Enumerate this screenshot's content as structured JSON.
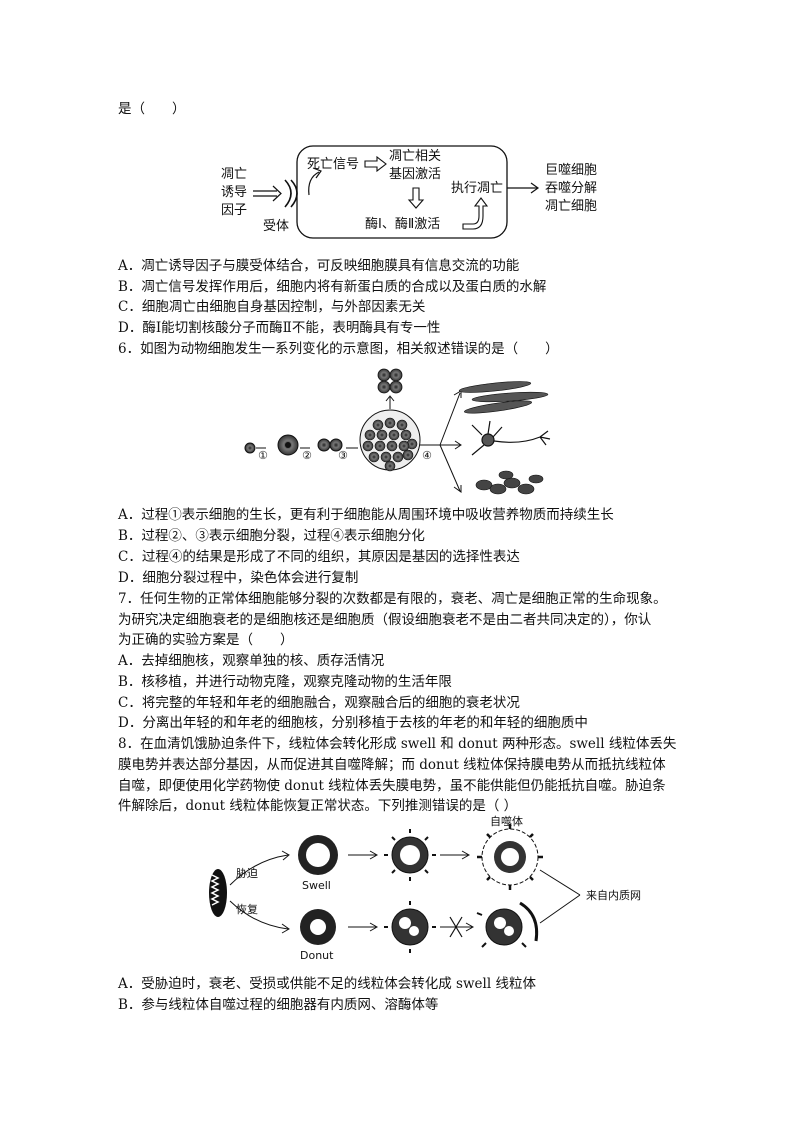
{
  "top_stem": "是（　　）",
  "fig5": {
    "inducer": [
      "凋亡",
      "诱导",
      "因子"
    ],
    "receptor": "受体",
    "death_signal": "死亡信号",
    "gene_active": [
      "凋亡相关",
      "基因激活"
    ],
    "enzyme_active": "酶Ⅰ、酶Ⅱ激活",
    "execute": "执行凋亡",
    "macrophage": [
      "巨噬细胞",
      "吞噬分解",
      "凋亡细胞"
    ]
  },
  "q5_options": [
    "A．凋亡诱导因子与膜受体结合，可反映细胞膜具有信息交流的功能",
    "B．凋亡信号发挥作用后，细胞内将有新蛋白质的合成以及蛋白质的水解",
    "C．细胞凋亡由细胞自身基因控制，与外部因素无关",
    "D．酶Ⅰ能切割核酸分子而酶Ⅱ不能，表明酶具有专一性"
  ],
  "q6_stem": "6．如图为动物细胞发生一系列变化的示意图，相关叙述错误的是（　　）",
  "fig6": {
    "labels": [
      "①",
      "②",
      "③",
      "④"
    ]
  },
  "q6_options": [
    "A．过程①表示细胞的生长，更有利于细胞能从周围环境中吸收营养物质而持续生长",
    "B．过程②、③表示细胞分裂，过程④表示细胞分化",
    "C．过程④的结果是形成了不同的组织，其原因是基因的选择性表达",
    "D．细胞分裂过程中，染色体会进行复制"
  ],
  "q7_stem": [
    "7．任何生物的正常体细胞能够分裂的次数都是有限的，衰老、凋亡是细胞正常的生命现象。",
    "为研究决定细胞衰老的是细胞核还是细胞质（假设细胞衰老不是由二者共同决定的），你认",
    "为正确的实验方案是（　　）"
  ],
  "q7_options": [
    "A．去掉细胞核，观察单独的核、质存活情况",
    "B．核移植，并进行动物克隆，观察克隆动物的生活年限",
    "C．将完整的年轻和年老的细胞融合，观察融合后的细胞的衰老状况",
    "D．分离出年轻的和年老的细胞核，分别移植于去核的年老的和年轻的细胞质中"
  ],
  "q8_stem": [
    "8．在血清饥饿胁迫条件下，线粒体会转化形成 swell 和 donut 两种形态。swell 线粒体丢失",
    "膜电势并表达部分基因，从而促进其自噬降解；而 donut 线粒体保持膜电势从而抵抗线粒体",
    "自噬，即便使用化学药物使 donut 线粒体丢失膜电势，虽不能供能但仍能抵抗自噬。胁迫条",
    "件解除后，donut 线粒体能恢复正常状态。下列推测错误的是（  ）"
  ],
  "fig8": {
    "stress": "胁迫",
    "recover": "恢复",
    "swell": "Swell",
    "donut": "Donut",
    "autophagosome": "自噬体",
    "from_er": "来自内质网"
  },
  "q8_options": [
    "A．受胁迫时，衰老、受损或供能不足的线粒体会转化成 swell 线粒体",
    "B．参与线粒体自噬过程的细胞器有内质网、溶酶体等"
  ]
}
